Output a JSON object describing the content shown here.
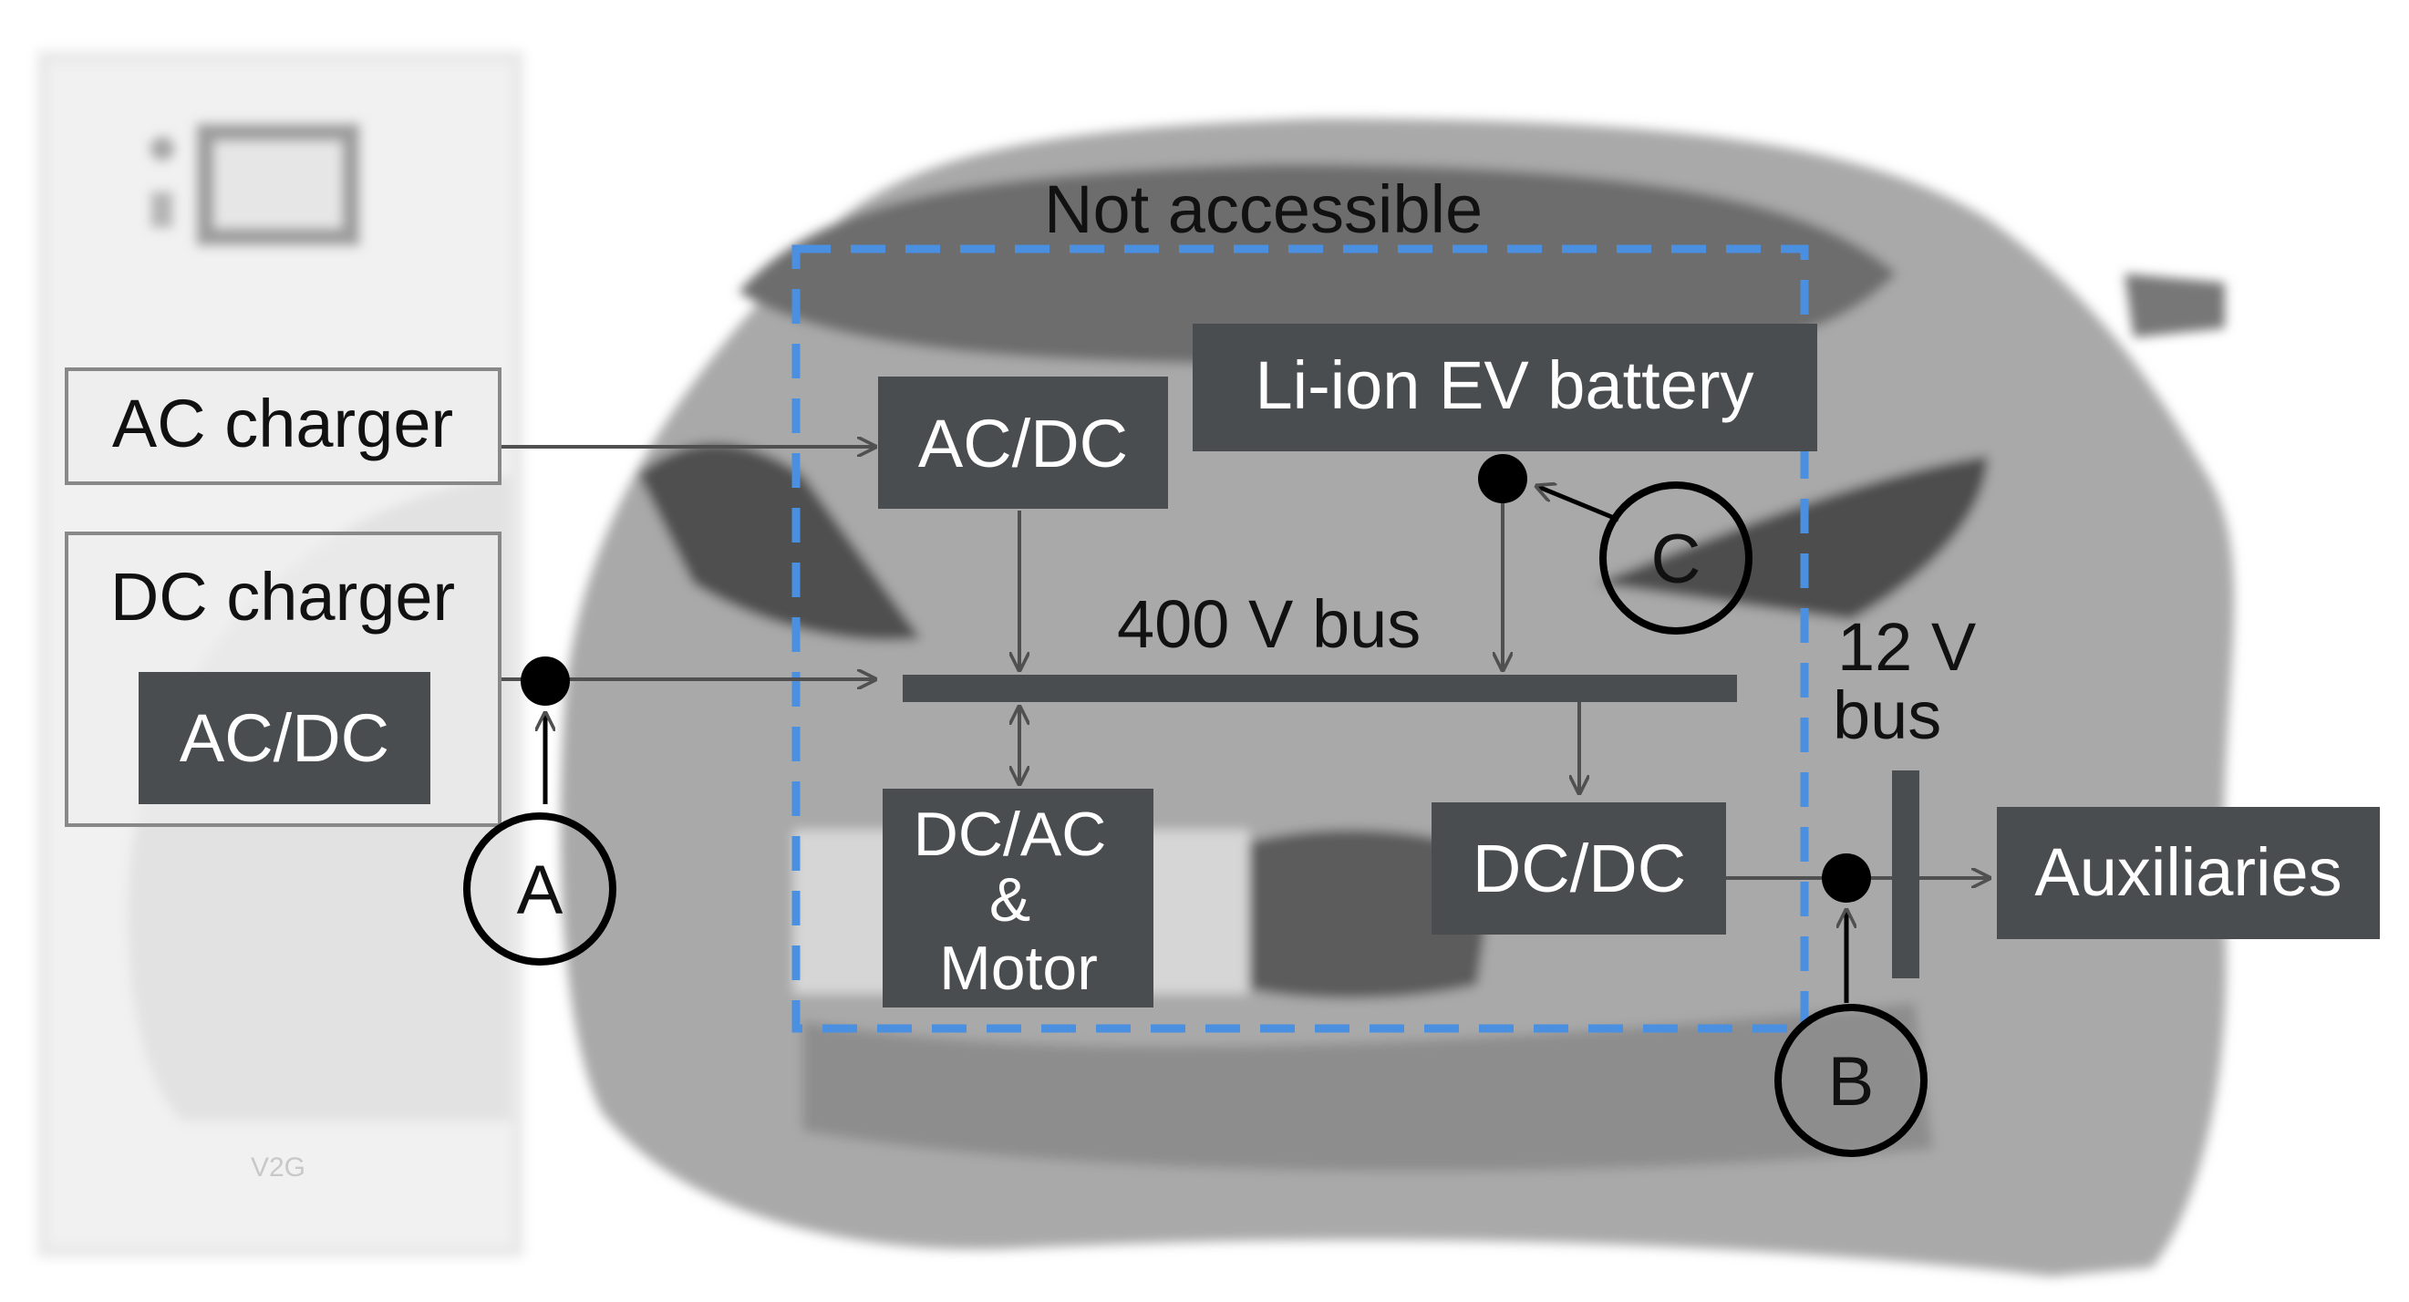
{
  "colors": {
    "box_fill": "#4a4d50",
    "box_text": "#ffffff",
    "line": "#505050",
    "dashed_border": "#4a8fe0",
    "charger_bg": "#ececec",
    "car_body": "#a9a9a9"
  },
  "region": {
    "label": "Not accessible"
  },
  "external": {
    "ac_charger": "AC charger",
    "dc_charger": "DC charger",
    "dc_charger_converter": "AC/DC"
  },
  "charger_device": {
    "logo_text": "V2G"
  },
  "components": {
    "acdc": "AC/DC",
    "battery": "Li-ion EV battery",
    "dcac_motor": [
      "DC/AC",
      "&",
      "Motor"
    ],
    "dcdc": "DC/DC",
    "auxiliaries": "Auxiliaries"
  },
  "buses": {
    "hv_bus": "400 V bus",
    "lv_bus": [
      "12 V",
      "bus"
    ]
  },
  "measurement_points": [
    "A",
    "B",
    "C"
  ]
}
